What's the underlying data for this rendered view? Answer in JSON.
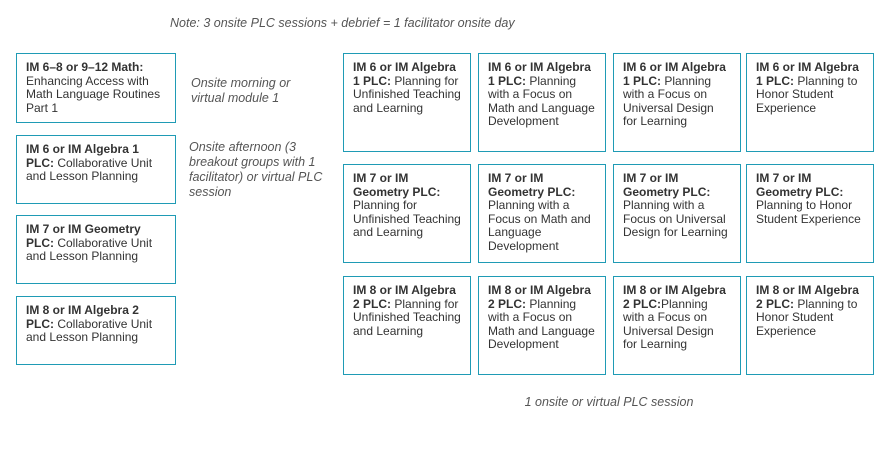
{
  "note": "Note: 3 onsite PLC sessions + debrief = 1 facilitator onsite day",
  "left_column": [
    {
      "bold": "IM 6–8 or 9–12 Math:",
      "text": " Enhancing Access with Math Language Routines Part 1"
    },
    {
      "bold": "IM 6 or IM Algebra 1 PLC:",
      "text": " Collaborative Unit and Lesson Planning"
    },
    {
      "bold": "IM 7 or IM Geometry PLC:",
      "text": " Collaborative Unit and Lesson Planning"
    },
    {
      "bold": "IM 8 or IM Algebra 2 PLC:",
      "text": " Collaborative Unit and Lesson Planning"
    }
  ],
  "side_labels": {
    "morning": "Onsite morning or virtual module 1",
    "afternoon": "Onsite afternoon (3 breakout groups with 1 facilitator) or virtual PLC session"
  },
  "grid": [
    [
      {
        "bold": "IM 6 or IM Algebra 1 PLC:",
        "text": " Planning for Unfinished Teaching and Learning"
      },
      {
        "bold": "IM 6 or IM Algebra 1 PLC:",
        "text": " Planning with a Focus on Math and Language Development"
      },
      {
        "bold": "IM 6 or IM Algebra 1 PLC:",
        "text": " Planning with a Focus on Universal Design for Learning"
      },
      {
        "bold": "IM 6 or IM Algebra 1 PLC:",
        "text": " Planning to Honor Student Experience"
      }
    ],
    [
      {
        "bold": "IM 7 or IM Geometry PLC:",
        "text": " Planning for Unfinished Teaching and Learning"
      },
      {
        "bold": "IM 7 or IM Geometry PLC:",
        "text": " Planning with a Focus on Math and Language Development"
      },
      {
        "bold": "IM 7 or IM Geometry PLC:",
        "text": " Planning with a Focus on Universal Design for Learning"
      },
      {
        "bold": "IM 7 or IM Geometry PLC:",
        "text": " Planning to Honor Student Experience"
      }
    ],
    [
      {
        "bold": "IM 8 or IM Algebra 2 PLC:",
        "text": " Planning for Unfinished Teaching and Learning"
      },
      {
        "bold": "IM 8 or IM Algebra 2 PLC:",
        "text": " Planning with a Focus on Math and Language Development"
      },
      {
        "bold": "IM 8 or IM Algebra 2 PLC:",
        "text": "Planning with a Focus on Universal Design for Learning"
      },
      {
        "bold": "IM 8 or IM Algebra 2 PLC:",
        "text": " Planning to Honor Student Experience"
      }
    ]
  ],
  "bottom_caption": "1 onsite or virtual PLC session",
  "colors": {
    "border": "#1f9bb5",
    "text": "#333333",
    "italic_text": "#555555"
  }
}
